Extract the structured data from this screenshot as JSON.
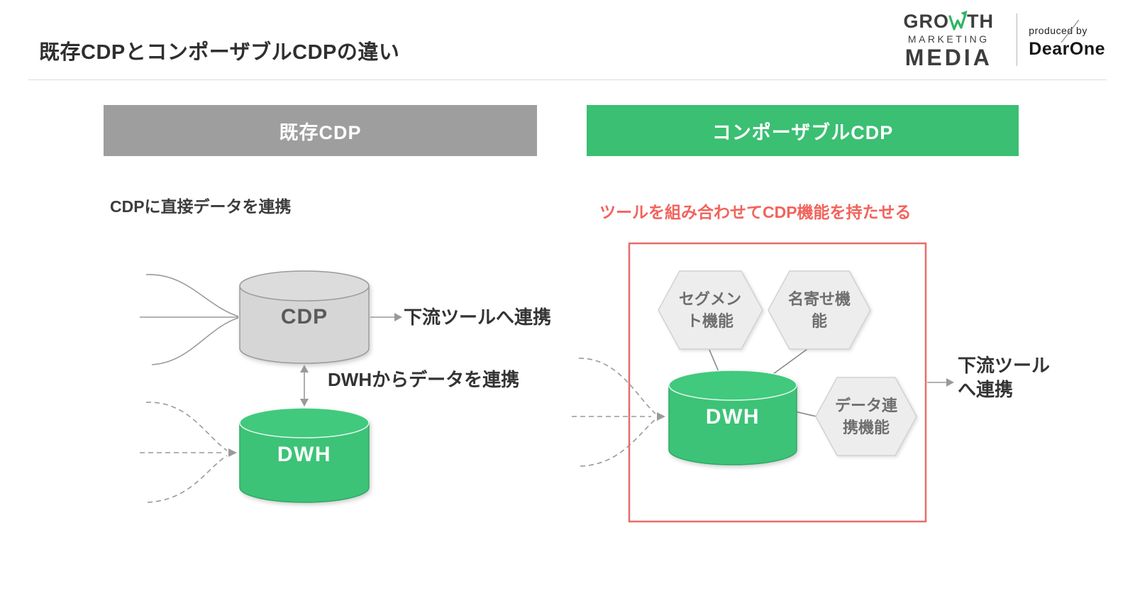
{
  "page": {
    "title": "既存CDPとコンポーザブルCDPの違い"
  },
  "logo": {
    "line1_pre": "GRO",
    "line1_post": "TH",
    "line2": "MARKETING",
    "line3": "MEDIA",
    "produced_by": "produced by",
    "brand": "DearOne"
  },
  "left_panel": {
    "header": "既存CDP",
    "caption": "CDPに直接データを連携",
    "cdp_label": "CDP",
    "dwh_label": "DWH",
    "downstream_label": "下流ツールへ連携",
    "dwh_link_label": "DWHからデータを連携"
  },
  "right_panel": {
    "header": "コンポーザブルCDP",
    "caption": "ツールを組み合わせてCDP機能を持たせる",
    "dwh_label": "DWH",
    "hexagons": [
      {
        "label": "セグメン\nト機能"
      },
      {
        "label": "名寄せ機\n能"
      },
      {
        "label": "データ連\n携機能"
      }
    ],
    "downstream_label": "下流ツール\nへ連携"
  },
  "colors": {
    "brand_green": "#3bbf72",
    "cylinder_green": "#3cc377",
    "header_gray": "#9e9e9e",
    "cylinder_gray": "#d6d6d6",
    "accent_red": "#f2635c",
    "box_red": "#e96b68",
    "line_gray": "#9a9a9a"
  }
}
